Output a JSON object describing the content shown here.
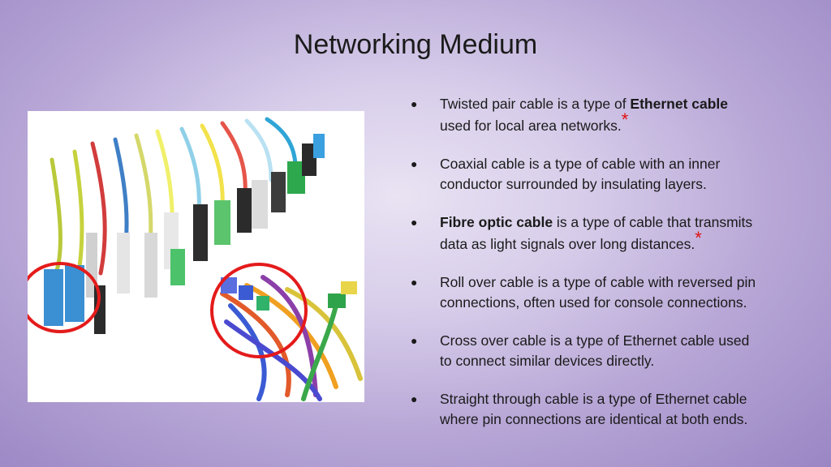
{
  "slide": {
    "title": "Networking Medium",
    "bullets": [
      {
        "pre": "Twisted pair cable is a type of ",
        "bold": "Ethernet cable",
        "post": "",
        "line2": "used for local area networks.",
        "asterisk": "*"
      },
      {
        "pre": "Coaxial cable is a type of cable with an inner",
        "bold": "",
        "post": "",
        "line2": "conductor surrounded by insulating layers.",
        "asterisk": ""
      },
      {
        "pre": "",
        "bold": "Fibre optic cable",
        "post": " is a type of cable that transmits",
        "line2": "data as light signals over long distances.",
        "asterisk": "*"
      },
      {
        "pre": "Roll over cable is a type of cable with reversed pin",
        "bold": "",
        "post": "",
        "line2": "connections, often used for console connections.",
        "asterisk": ""
      },
      {
        "pre": "Cross over cable is a type of Ethernet cable used",
        "bold": "",
        "post": "",
        "line2": "to connect similar devices directly.",
        "asterisk": ""
      },
      {
        "pre": "Straight through cable is a type of Ethernet cable",
        "bold": "",
        "post": "",
        "line2": "where pin connections are identical at both ends.",
        "asterisk": ""
      }
    ],
    "bullet_glyph": "●"
  },
  "colors": {
    "highlight_circle": "#e41b1b",
    "asterisk": "#e01010"
  }
}
